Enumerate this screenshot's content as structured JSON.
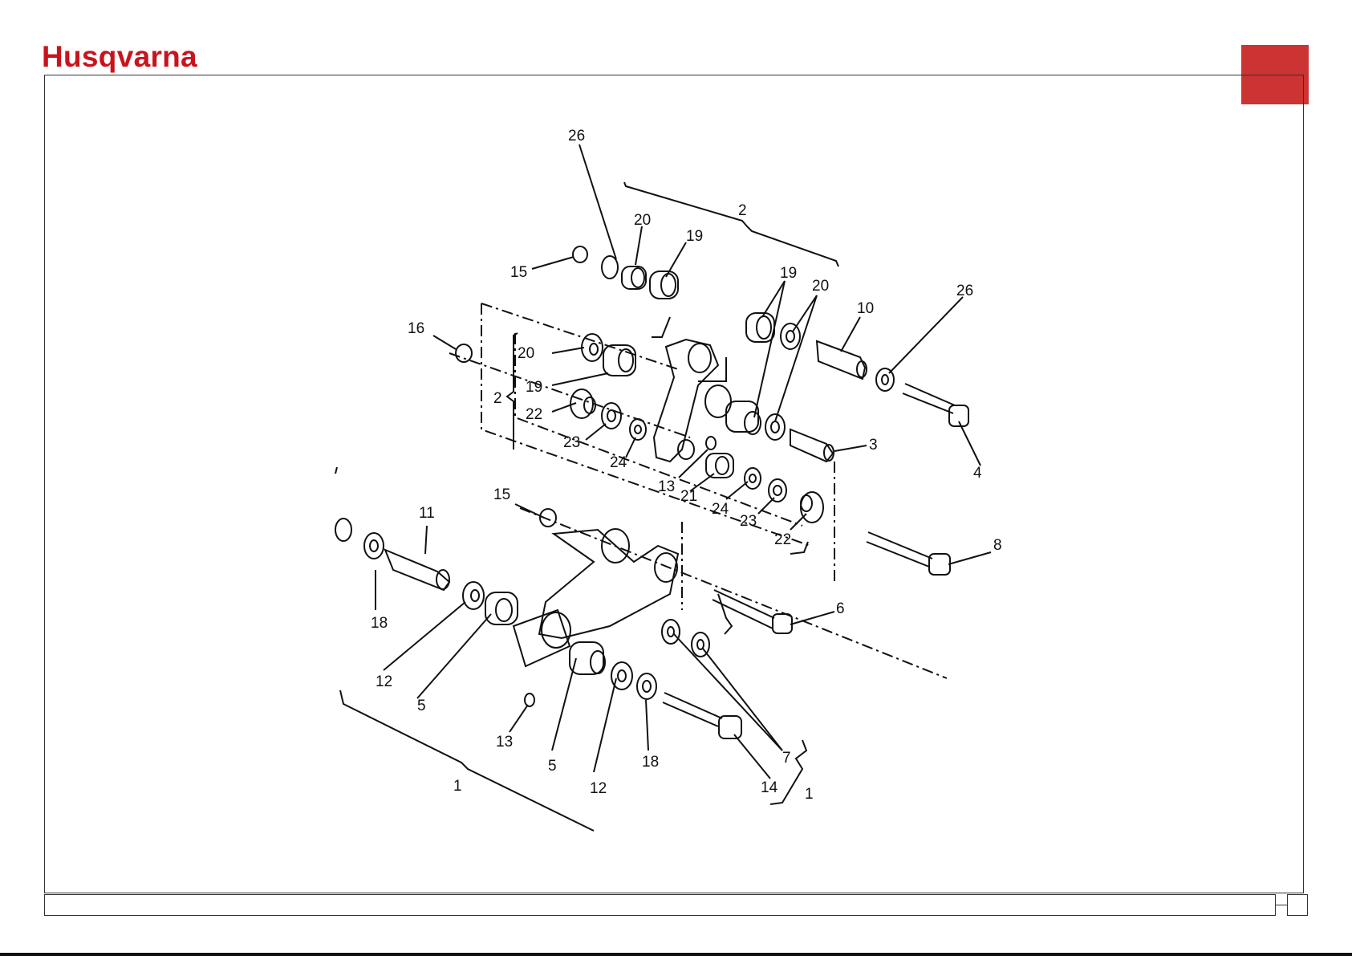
{
  "header": {
    "brand": "Husqvarna"
  },
  "colors": {
    "brand_red": "#c8141e",
    "tab_red": "#cc3333",
    "ink": "#111111"
  },
  "labels": {
    "l26a": "26",
    "l20a": "20",
    "l19a": "19",
    "l2a": "2",
    "l15a": "15",
    "l19b": "19",
    "l20b": "20",
    "l10": "10",
    "l26b": "26",
    "l16": "16",
    "l20c": "20",
    "l19c": "19",
    "l2b": "2",
    "l22a": "22",
    "l23a": "23",
    "l24a": "24",
    "l3": "3",
    "l4": "4",
    "l13a": "13",
    "l21": "21",
    "l24b": "24",
    "l23b": "23",
    "l22b": "22",
    "l15b": "15",
    "l11": "11",
    "l8": "8",
    "l18a": "18",
    "l6": "6",
    "l12a": "12",
    "l5a": "5",
    "l13b": "13",
    "l5b": "5",
    "l12b": "12",
    "l18b": "18",
    "l7": "7",
    "l14": "14",
    "l1a": "1",
    "l1b": "1"
  }
}
